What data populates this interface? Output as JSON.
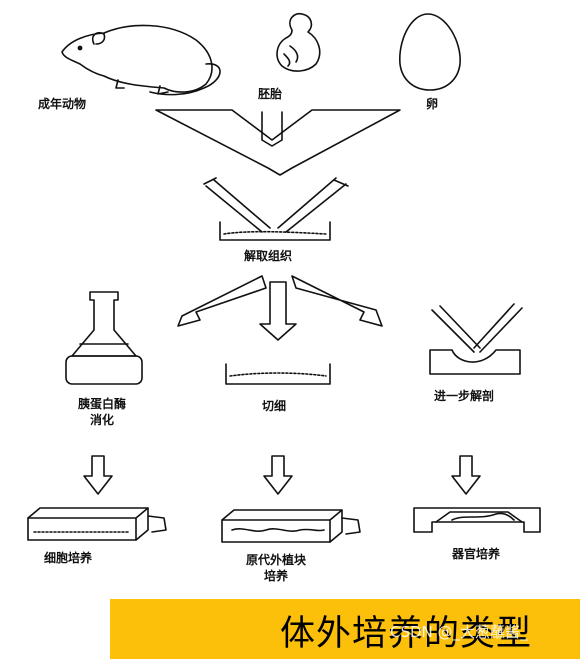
{
  "labels": {
    "adult_animal": "成年动物",
    "embryo": "胚胎",
    "egg": "卵",
    "dissect": "解取组织",
    "trypsin_line1": "胰蛋白酶",
    "trypsin_line2": "消化",
    "mince": "切细",
    "further_dissect": "进一步解剖",
    "cell_culture": "细胞培养",
    "explant_line1": "原代外植块",
    "explant_line2": "培养",
    "organ_culture": "器官培养"
  },
  "banner": {
    "title": "体外培养的类型",
    "watermark": "CSDN @_大葱蘸酱_"
  },
  "colors": {
    "line": "#111111",
    "banner": "#fcc00a"
  }
}
